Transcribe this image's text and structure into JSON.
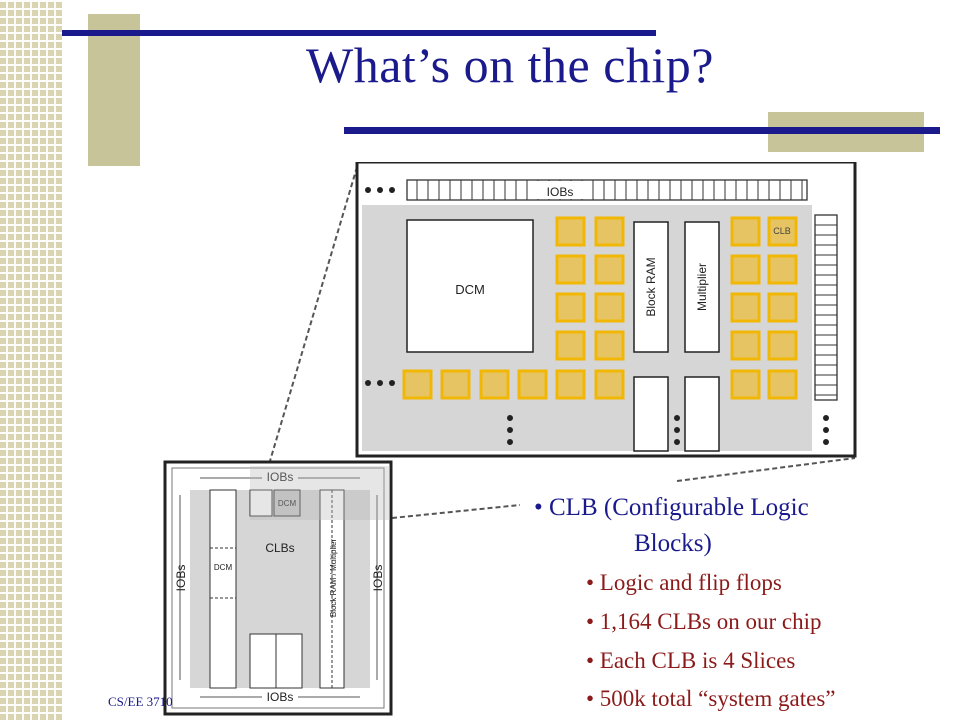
{
  "slide": {
    "title": "What’s on the chip?",
    "footer": "CS/EE 3710"
  },
  "bullets": {
    "main_line1": "• CLB (Configurable Logic",
    "main_line2": "Blocks)",
    "sub": [
      "• Logic and flip flops",
      "• 1,164 CLBs on our chip",
      "• Each CLB is 4 Slices",
      "• 500k total “system gates”"
    ]
  },
  "diagram": {
    "top_iobs": "IOBs",
    "dcm": "DCM",
    "block_ram": "Block RAM",
    "multiplier": "Multiplier",
    "clb": "CLB",
    "overview_top_iobs": "IOBs",
    "overview_bottom_iobs": "IOBs",
    "overview_left_iobs": "IOBs",
    "overview_right_iobs": "IOBs",
    "overview_dcm_top": "DCM",
    "overview_dcm_left": "DCM",
    "overview_clbs": "CLBs",
    "overview_bram_mult": "Block RAM / Multiplier"
  },
  "colors": {
    "title": "#1a1a8c",
    "subbullets": "#8b1a1a",
    "clb_fill": "#e6c463",
    "clb_border": "#f2b705",
    "accent_bar": "#1a1a8c",
    "accent_block": "#c8c49a"
  }
}
